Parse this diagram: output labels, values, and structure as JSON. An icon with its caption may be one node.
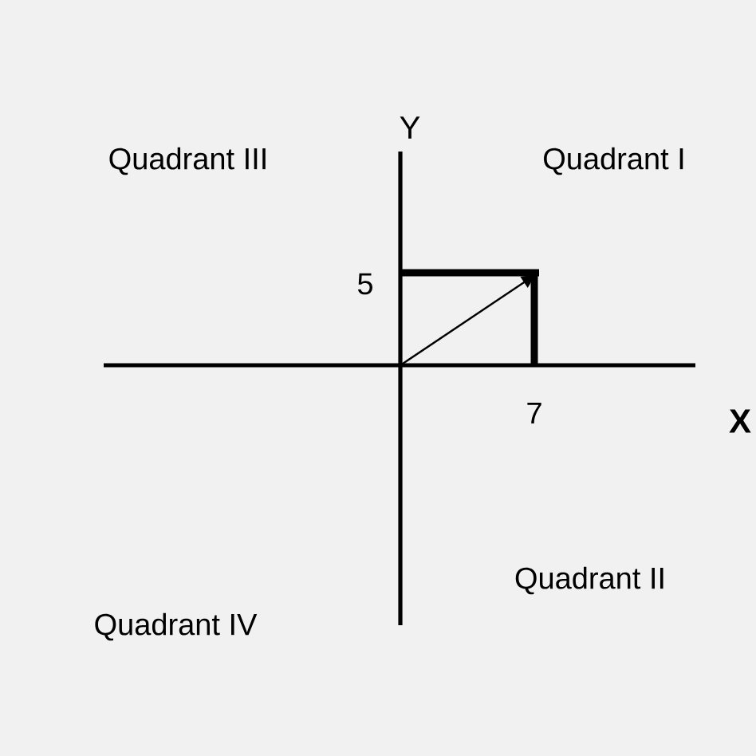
{
  "diagram": {
    "labels": [
      "Y",
      "Quadrant III",
      "Quadrant I",
      "5",
      "7",
      "X",
      "Quadrant II",
      "Quadrant IV"
    ]
  }
}
